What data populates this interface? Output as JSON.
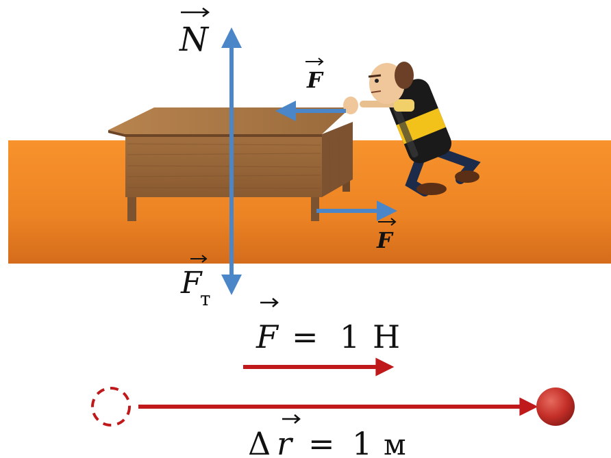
{
  "labels": {
    "normal_force": "N",
    "push_force": "F",
    "friction_force": "F",
    "gravity_force": "F",
    "gravity_subscript": "т"
  },
  "equations": {
    "force": {
      "symbol": "F",
      "equals": "=",
      "value": "1",
      "unit": "Н"
    },
    "displacement": {
      "delta": "Δ",
      "symbol": "r",
      "equals": "=",
      "value": "1",
      "unit": "м"
    }
  },
  "colors": {
    "floor_top": "#f7902a",
    "floor_bottom": "#d8701e",
    "force_arrow": "#4a86c8",
    "result_arrow": "#c0191c",
    "ball": "#c9302c",
    "wood": "#9a6a3d"
  }
}
